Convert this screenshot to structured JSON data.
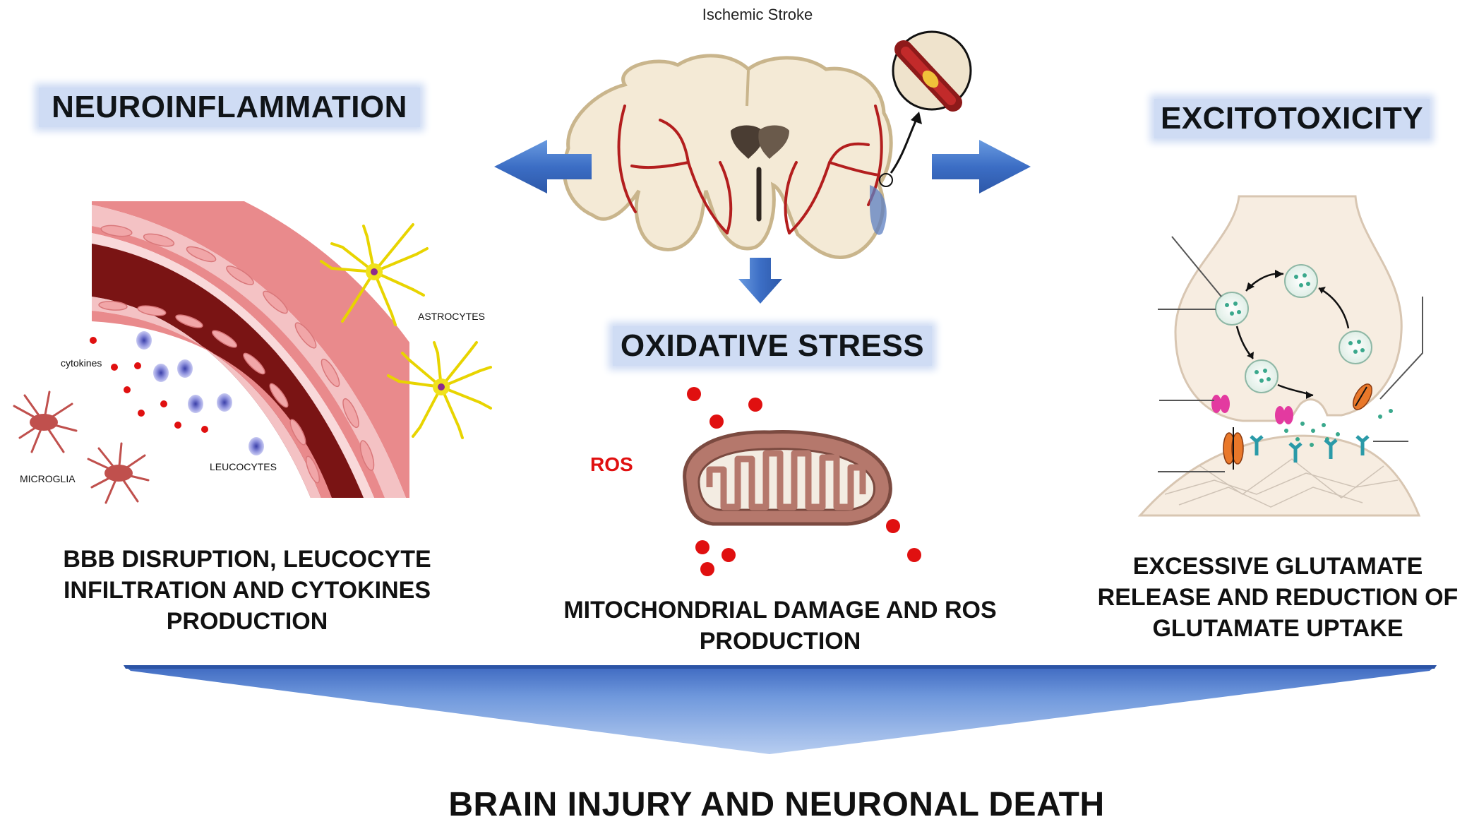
{
  "title_top": "Ischemic Stroke",
  "panels": {
    "left": {
      "heading": "NEUROINFLAMMATION",
      "labels": {
        "cytokines": "cytokines",
        "astrocytes": "ASTROCYTES",
        "microglia": "MICROGLIA",
        "leucocytes": "LEUCOCYTES"
      },
      "caption_lines": [
        "BBB DISRUPTION, LEUCOCYTE",
        "INFILTRATION AND CYTOKINES",
        "PRODUCTION"
      ]
    },
    "center": {
      "heading": "OXIDATIVE STRESS",
      "ros_label": "ROS",
      "caption_lines": [
        "MITOCHONDRIAL DAMAGE AND ROS",
        "PRODUCTION"
      ]
    },
    "right": {
      "heading": "EXCITOTOXICITY",
      "caption_lines": [
        "EXCESSIVE GLUTAMATE",
        "RELEASE AND REDUCTION OF",
        "GLUTAMATE UPTAKE"
      ]
    }
  },
  "outcome": "BRAIN INJURY AND NEURONAL DEATH",
  "colors": {
    "arrow_blue": "#3d6fc4",
    "banner_bg": "#cfdcf4",
    "ros_red": "#e01010",
    "vessel_dark": "#7a1414",
    "vessel_wall": "#e6878a",
    "brain_fill": "#f4ead6",
    "astrocyte": "#f0e21c",
    "microglia": "#c0504d",
    "leucocyte": "#7a7fd6"
  }
}
